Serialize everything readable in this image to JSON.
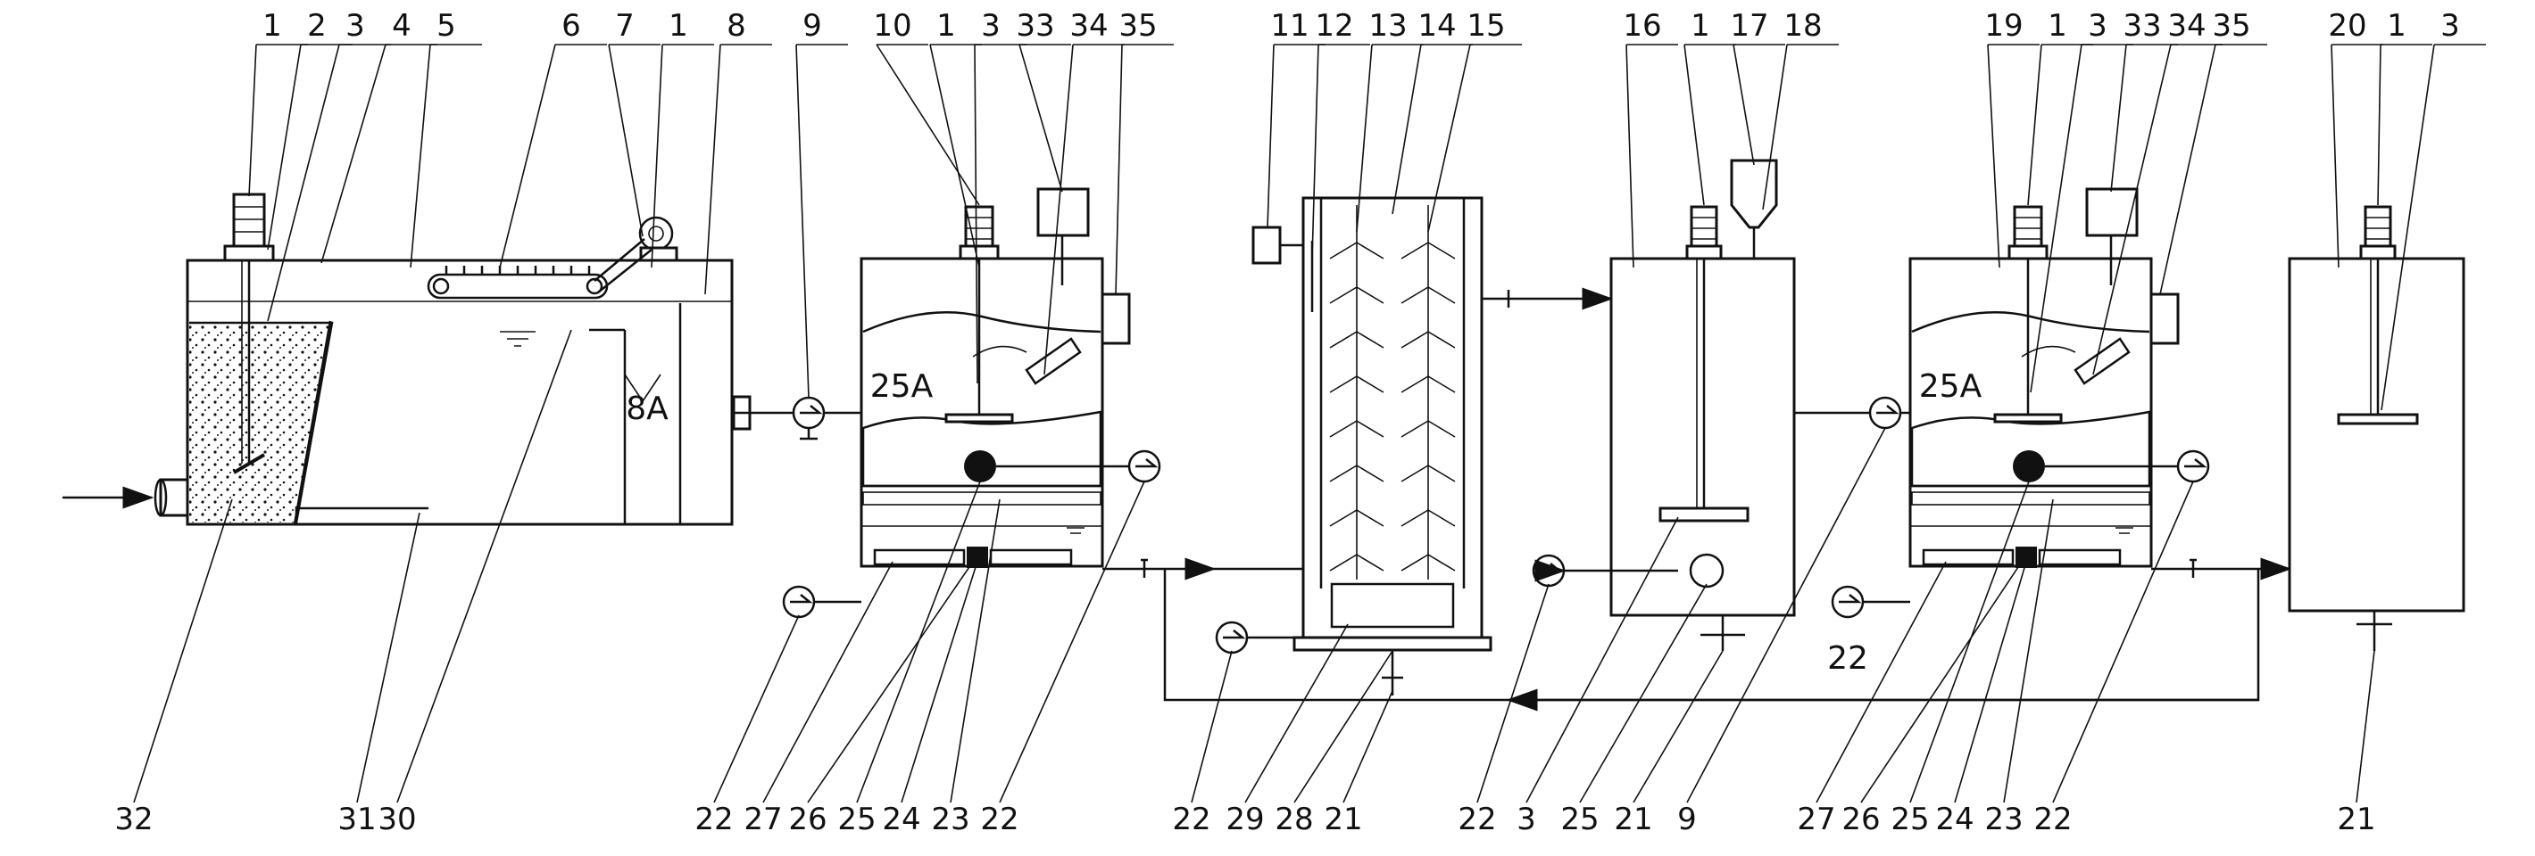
{
  "diagram": {
    "top_labels": [
      "1",
      "2",
      "3",
      "4",
      "5",
      "6",
      "7",
      "1",
      "8",
      "9",
      "10",
      "1",
      "3",
      "33",
      "34",
      "35",
      "11",
      "12",
      "13",
      "14",
      "15",
      "16",
      "1",
      "17",
      "18",
      "19",
      "1",
      "3",
      "33",
      "34",
      "35",
      "20",
      "1",
      "3"
    ],
    "bottom_labels": [
      "32",
      "31",
      "30",
      "22",
      "27",
      "26",
      "25",
      "24",
      "23",
      "22",
      "22",
      "29",
      "28",
      "21",
      "22",
      "3",
      "25",
      "21",
      "9",
      "27",
      "26",
      "25",
      "24",
      "23",
      "22",
      "21"
    ],
    "zone_labels": [
      "8A",
      "25A",
      "25A"
    ],
    "side_labels": [
      "22"
    ]
  }
}
